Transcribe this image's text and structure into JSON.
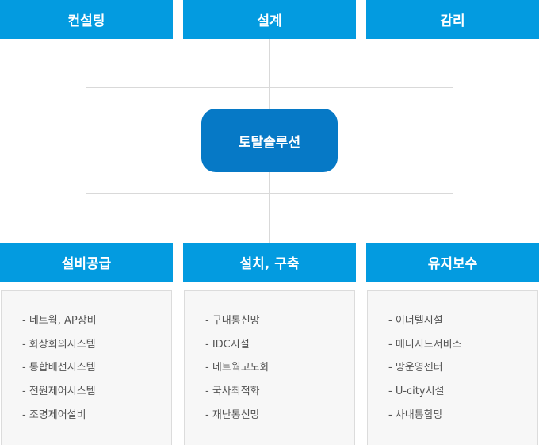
{
  "top": [
    "컨설팅",
    "설계",
    "감리"
  ],
  "center": "토탈솔루션",
  "bottom": [
    {
      "title": "설비공급",
      "items": [
        "- 네트웍, AP장비",
        "- 화상회의시스템",
        "- 통합배선시스템",
        "- 전원제어시스템",
        "- 조명제어설비"
      ]
    },
    {
      "title": "설치, 구축",
      "items": [
        "- 구내통신망",
        "- IDC시설",
        "- 네트웍고도화",
        "- 국사최적화",
        "- 재난통신망"
      ]
    },
    {
      "title": "유지보수",
      "items": [
        "- 이너텔시설",
        "- 매니지드서비스",
        "- 망운영센터",
        "- U-city시설",
        "- 사내통합망"
      ]
    }
  ]
}
